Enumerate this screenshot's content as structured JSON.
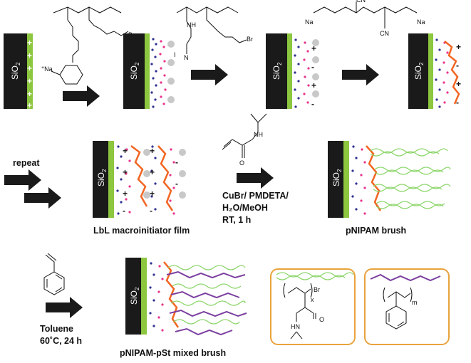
{
  "labels": {
    "substrate": "SiO",
    "substrate_sub": "2",
    "repeat": "repeat",
    "lbl_film": "LbL macroinitiator film",
    "conditions_line1": "CuBr/ PMDETA/",
    "conditions_line2": "H₂O/MeOH",
    "conditions_line3": "RT, 1 h",
    "pnipam_brush": "pNIPAM brush",
    "toluene_line1": "Toluene",
    "toluene_line2": "60˚C, 24 h",
    "mixed_brush": "pNIPAM-pSt mixed brush"
  },
  "chem_text": {
    "na_plus": "Na",
    "i_minus": "I",
    "n_atom": "N",
    "nh": "NH",
    "hn": "HN",
    "o_atom": "O",
    "br": "Br",
    "cn": "CN",
    "x_sub": "x",
    "m_sub": "m"
  },
  "colors": {
    "substrate_fill": "#1a1a1a",
    "substrate_edge": "#8dc63f",
    "polyanion": "#e8338a",
    "polycation": "#2e3192",
    "initiator": "#f26522",
    "pnipam": "#8cd66a",
    "pst": "#7b3fa0",
    "inset_border": "#e8a33d",
    "arrow": "#1a1a1a"
  },
  "icons": {
    "process_arrow": "right-arrow-icon",
    "charge_positive": "plus-icon",
    "charge_negative": "minus-icon"
  }
}
